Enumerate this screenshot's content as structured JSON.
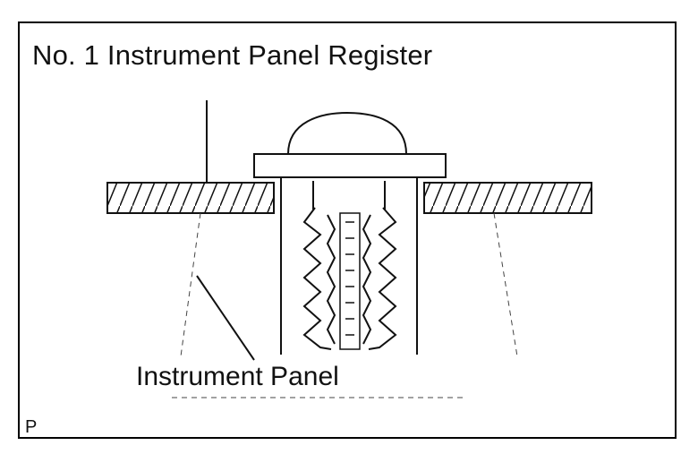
{
  "diagram": {
    "title": "No. 1 Instrument Panel Register",
    "panel_label": "Instrument Panel",
    "code": "P",
    "colors": {
      "line": "#111111",
      "background": "#ffffff"
    }
  }
}
